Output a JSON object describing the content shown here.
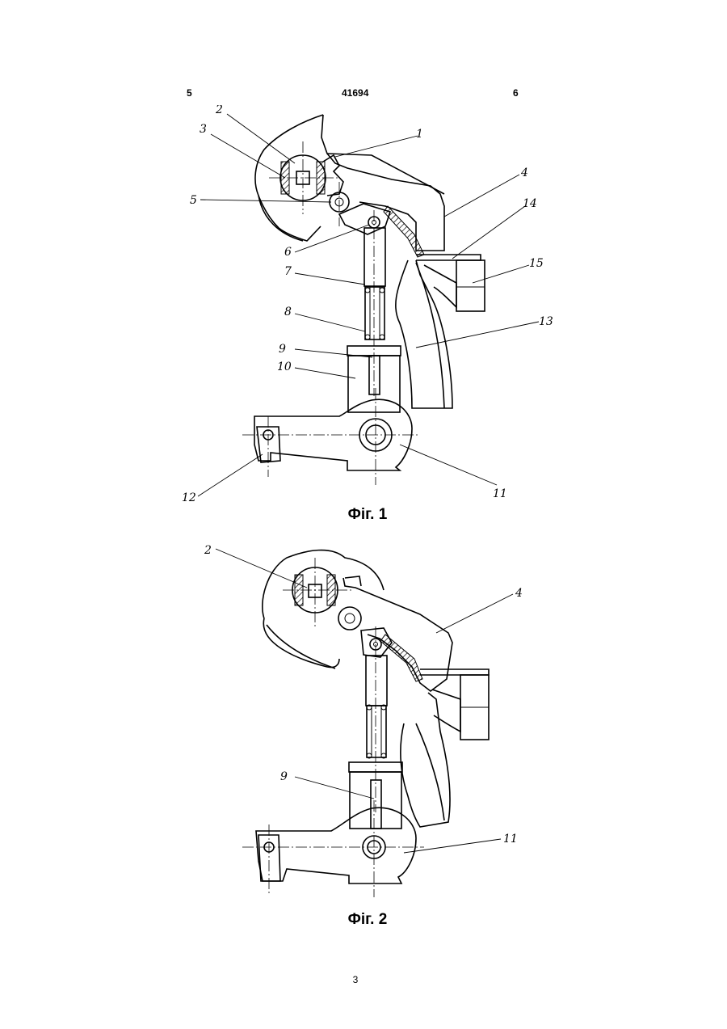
{
  "header": {
    "left_page": "5",
    "patent_number": "41694",
    "right_page": "6"
  },
  "figure1": {
    "caption": "Фіг. 1",
    "labels": [
      "1",
      "2",
      "3",
      "4",
      "5",
      "6",
      "7",
      "8",
      "9",
      "10",
      "11",
      "12",
      "13",
      "14",
      "15"
    ]
  },
  "figure2": {
    "caption": "Фіг. 2",
    "labels": [
      "2",
      "4",
      "9",
      "11"
    ]
  },
  "footer": {
    "page_number": "3"
  }
}
